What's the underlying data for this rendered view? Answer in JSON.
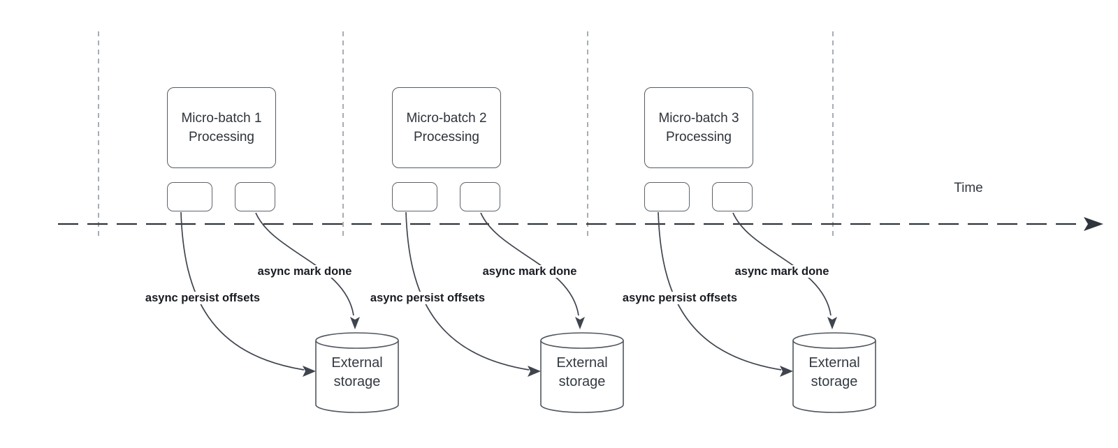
{
  "diagram": {
    "time_label": "Time",
    "groups": [
      {
        "title_line1": "Micro-batch 1",
        "title_line2": "Processing",
        "persist_label": "async persist offsets",
        "done_label": "async mark done",
        "storage_line1": "External",
        "storage_line2": "storage"
      },
      {
        "title_line1": "Micro-batch 2",
        "title_line2": "Processing",
        "persist_label": "async persist offsets",
        "done_label": "async mark done",
        "storage_line1": "External",
        "storage_line2": "storage"
      },
      {
        "title_line1": "Micro-batch 3",
        "title_line2": "Processing",
        "persist_label": "async persist offsets",
        "done_label": "async mark done",
        "storage_line1": "External",
        "storage_line2": "storage"
      }
    ],
    "colors": {
      "shape_stroke": "#555b63",
      "arrow_stroke": "#3f454e",
      "axis_stroke": "#2f353d",
      "guide_stroke": "#a8adb3",
      "text": "#2e333a",
      "edge_label_text": "#181b21"
    }
  }
}
